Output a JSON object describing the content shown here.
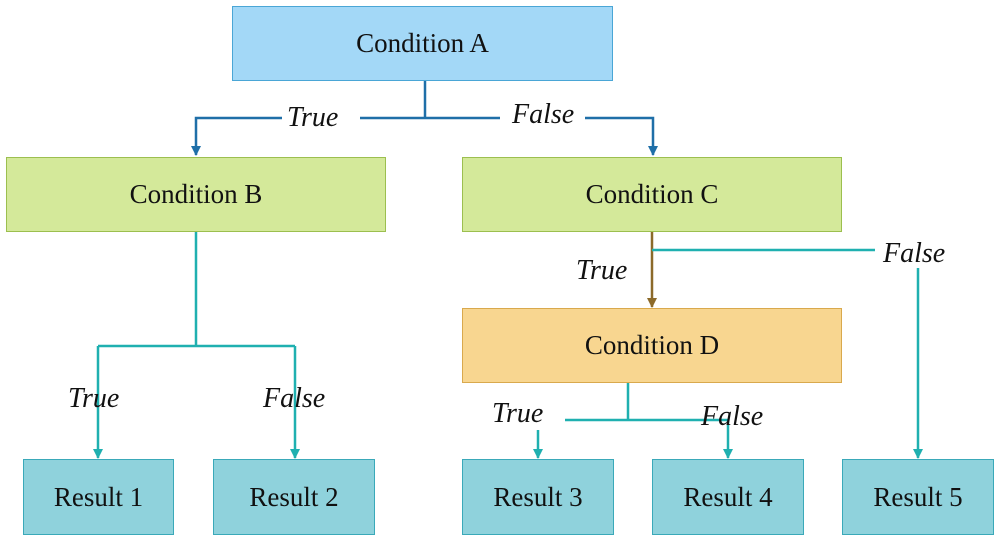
{
  "nodes": {
    "condition_a": "Condition A",
    "condition_b": "Condition B",
    "condition_c": "Condition C",
    "condition_d": "Condition D",
    "result_1": "Result 1",
    "result_2": "Result 2",
    "result_3": "Result 3",
    "result_4": "Result 4",
    "result_5": "Result 5"
  },
  "edges": {
    "a_true": "True",
    "a_false": "False",
    "b_true": "True",
    "b_false": "False",
    "c_true": "True",
    "c_false": "False",
    "d_true": "True",
    "d_false": "False"
  },
  "colors": {
    "level1_fill": "#a3d8f7",
    "level2_fill": "#d4e99a",
    "level3_fill": "#f8d690",
    "result_fill": "#8fd2dc",
    "blue_connector": "#1f6fa8",
    "teal_connector": "#1fb0b0",
    "brown_connector": "#8c6a2a"
  }
}
